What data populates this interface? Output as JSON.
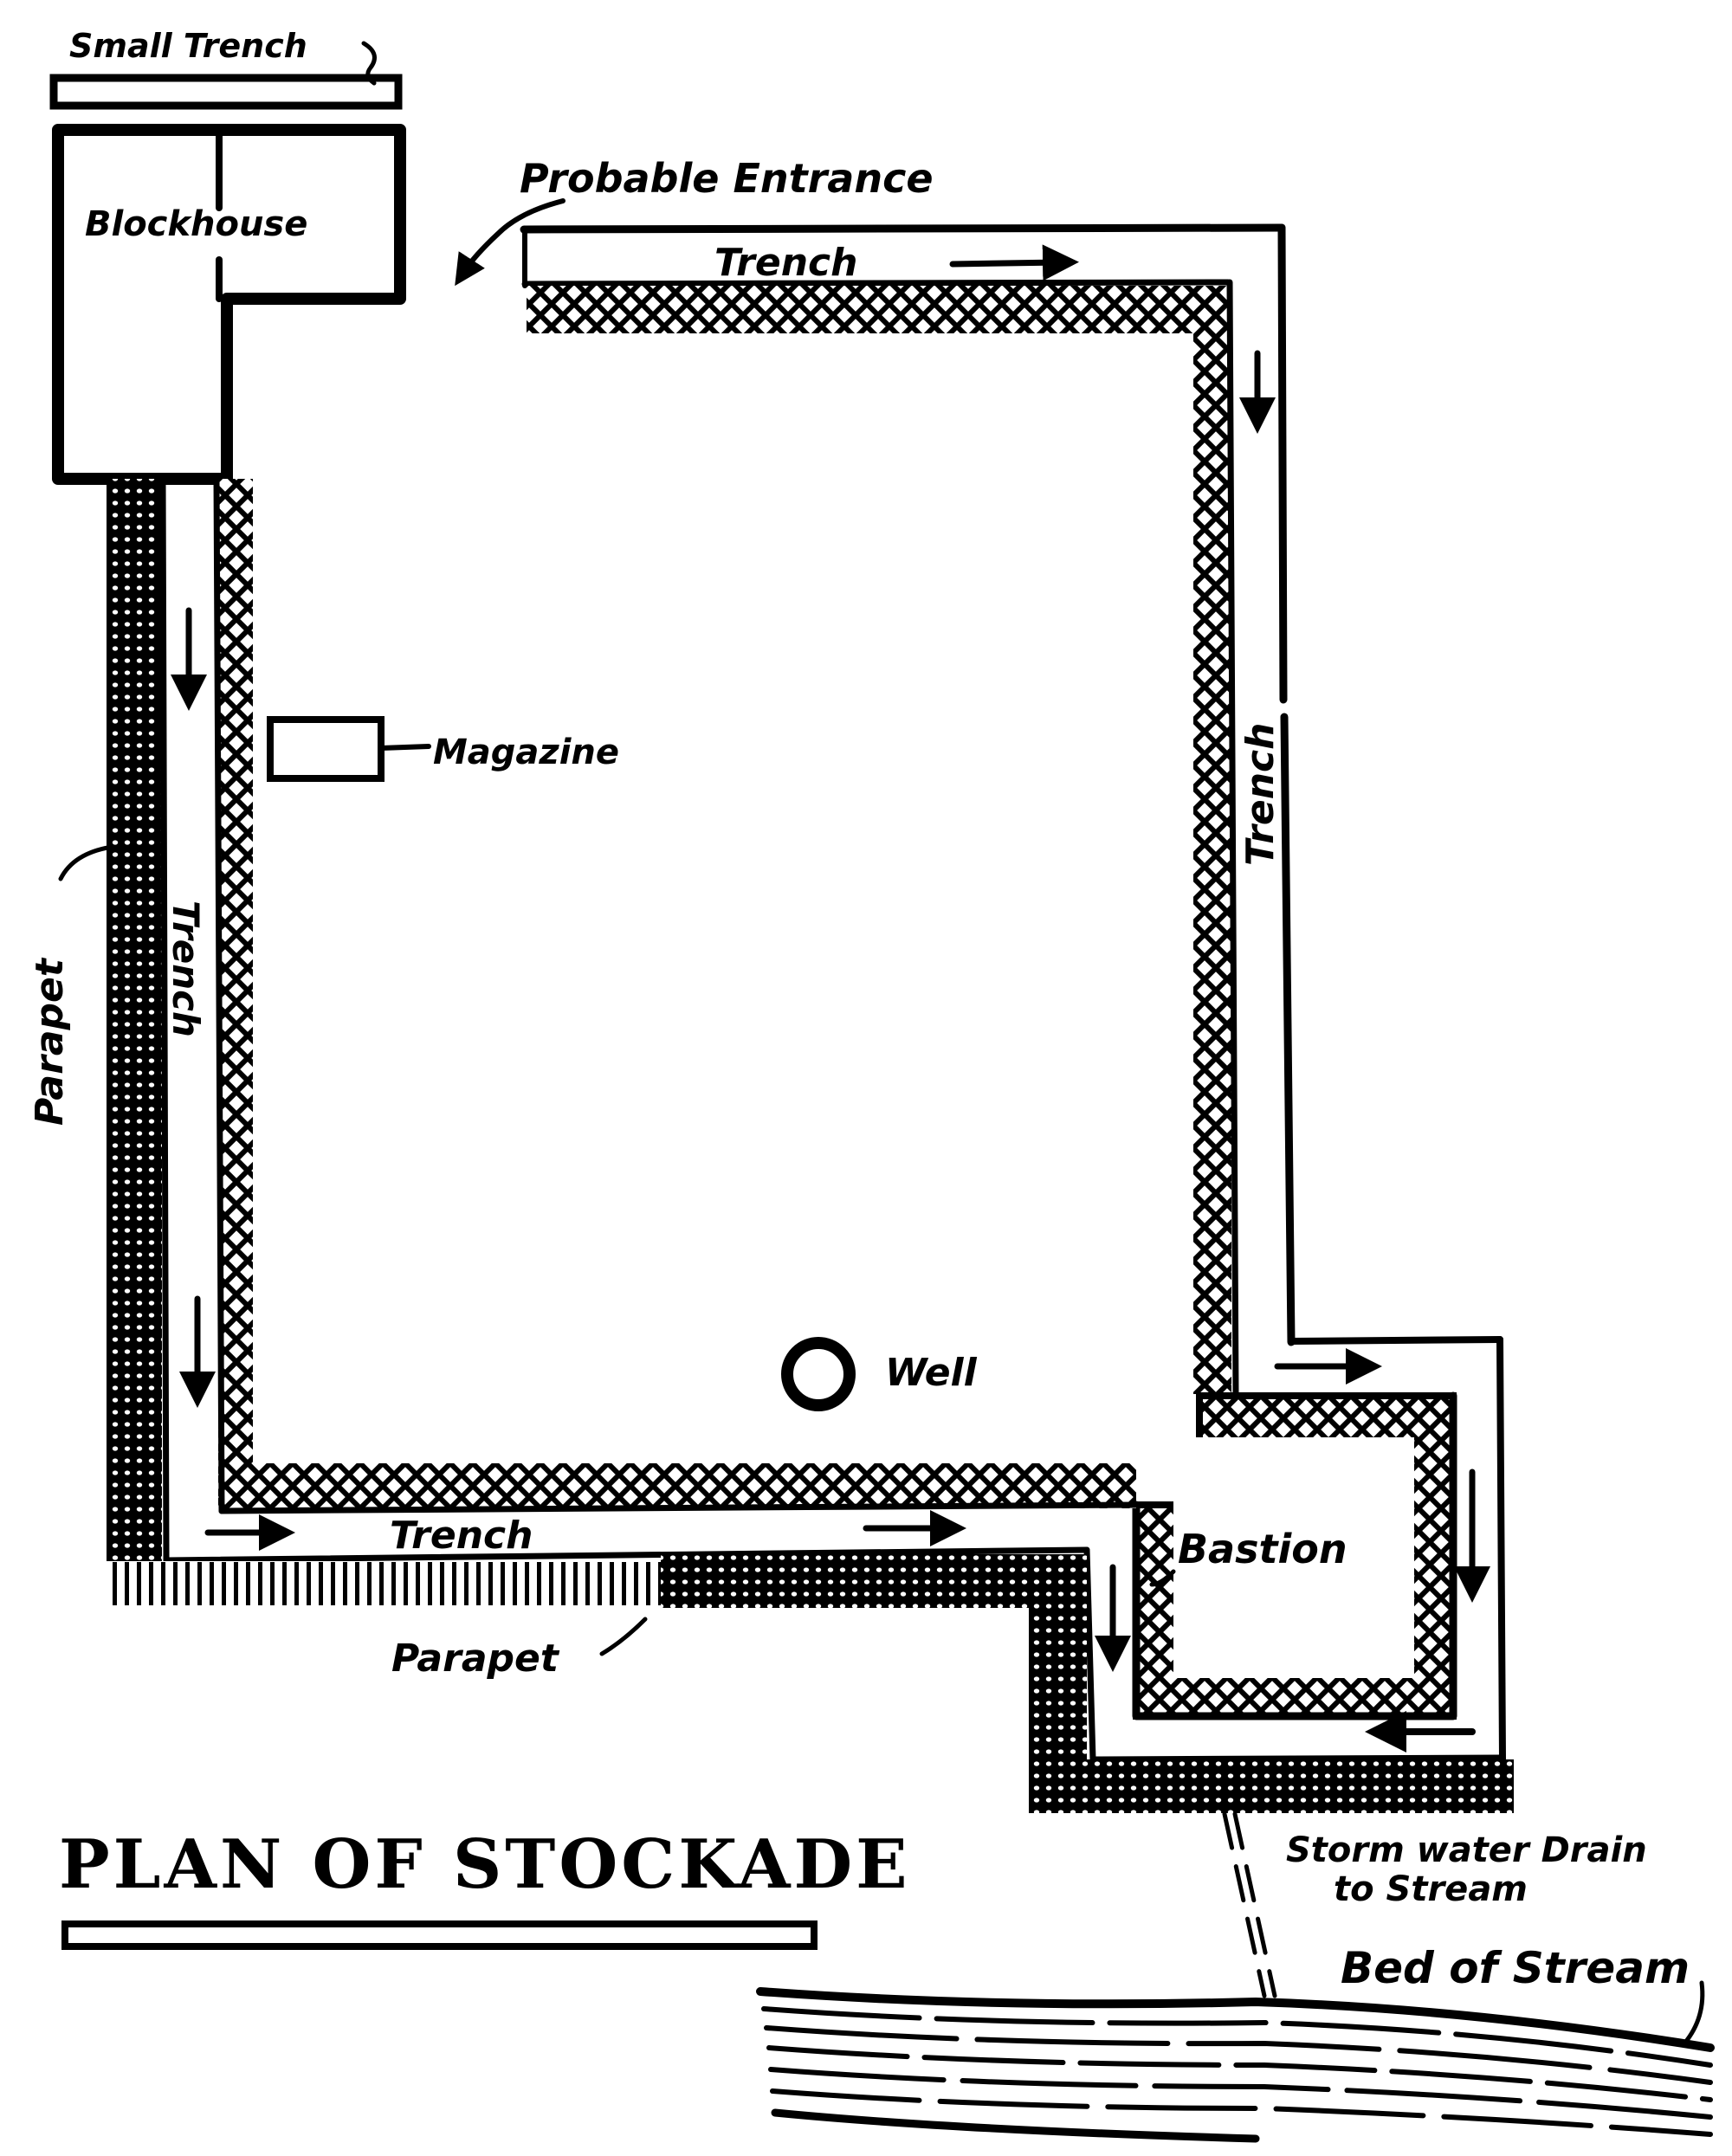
{
  "title": "PLAN OF STOCKADE",
  "labels": {
    "small_trench": "Small Trench",
    "blockhouse": "Blockhouse",
    "probable_entrance": "Probable Entrance",
    "trench_top": "Trench",
    "trench_left": "Trench",
    "trench_right": "Trench",
    "trench_bottom": "Trench",
    "parapet_left": "Parapet",
    "parapet_bottom": "Parapet",
    "magazine": "Magazine",
    "well": "Well",
    "bastion": "Bastion",
    "storm_drain_line1": "Storm water Drain",
    "storm_drain_line2": "to Stream",
    "bed_of_stream": "Bed of Stream"
  },
  "legend_patterns": {
    "parapet": "grid-hatch",
    "wall": "cross-hatch",
    "trench": "open-channel"
  },
  "flow_arrows": [
    {
      "location": "top-trench",
      "direction": "right"
    },
    {
      "location": "right-trench-upper",
      "direction": "down"
    },
    {
      "location": "step-trench",
      "direction": "right"
    },
    {
      "location": "bastion-right-trench",
      "direction": "down"
    },
    {
      "location": "bastion-bottom-trench",
      "direction": "left"
    },
    {
      "location": "bastion-left-trench",
      "direction": "down"
    },
    {
      "location": "bottom-trench-right",
      "direction": "right"
    },
    {
      "location": "bottom-trench-left",
      "direction": "right"
    },
    {
      "location": "left-trench-lower",
      "direction": "down"
    },
    {
      "location": "left-trench-upper",
      "direction": "down"
    }
  ],
  "colors": {
    "ink": "#000000",
    "paper": "#ffffff"
  }
}
